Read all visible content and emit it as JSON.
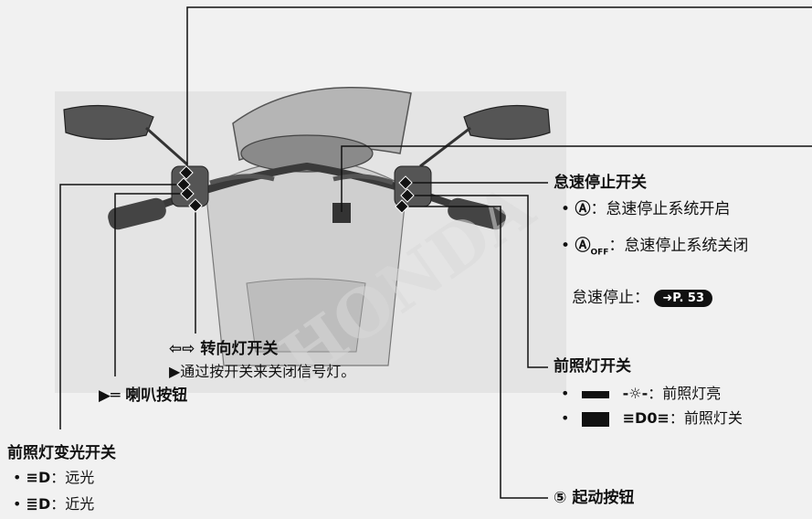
{
  "labels": {
    "idle_stop": {
      "title": "怠速停止开关",
      "on_icon": "Ⓐ",
      "on_text": "：怠速停止系统开启",
      "off_icon": "Ⓐ",
      "off_sub": "OFF",
      "off_text": "：怠速停止系统关闭",
      "ref_text": "怠速停止：",
      "ref_page": "➜P. 53"
    },
    "headlight_switch": {
      "title": "前照灯开关",
      "on_icon": "-☼-",
      "on_text": "：前照灯亮",
      "off_icon": "≡D0≡",
      "off_text": "：前照灯关"
    },
    "start_button": {
      "icon": "⑤",
      "title": "起动按钮"
    },
    "turn_signal": {
      "icons": "⇦⇨",
      "title": "转向灯开关",
      "note": "▶通过按开关来关闭信号灯。"
    },
    "horn": {
      "icon": "▶═",
      "title": "喇叭按钮"
    },
    "dimmer": {
      "title": "前照灯变光开关",
      "high_icon": "≡D",
      "high_text": "：远光",
      "low_icon": "≣D",
      "low_text": "：近光"
    }
  },
  "watermark": "HONDA",
  "bullets": "•",
  "colors": {
    "background": "#f1f1f1",
    "line": "#111111",
    "photo_bg": "#e4e4e4"
  }
}
